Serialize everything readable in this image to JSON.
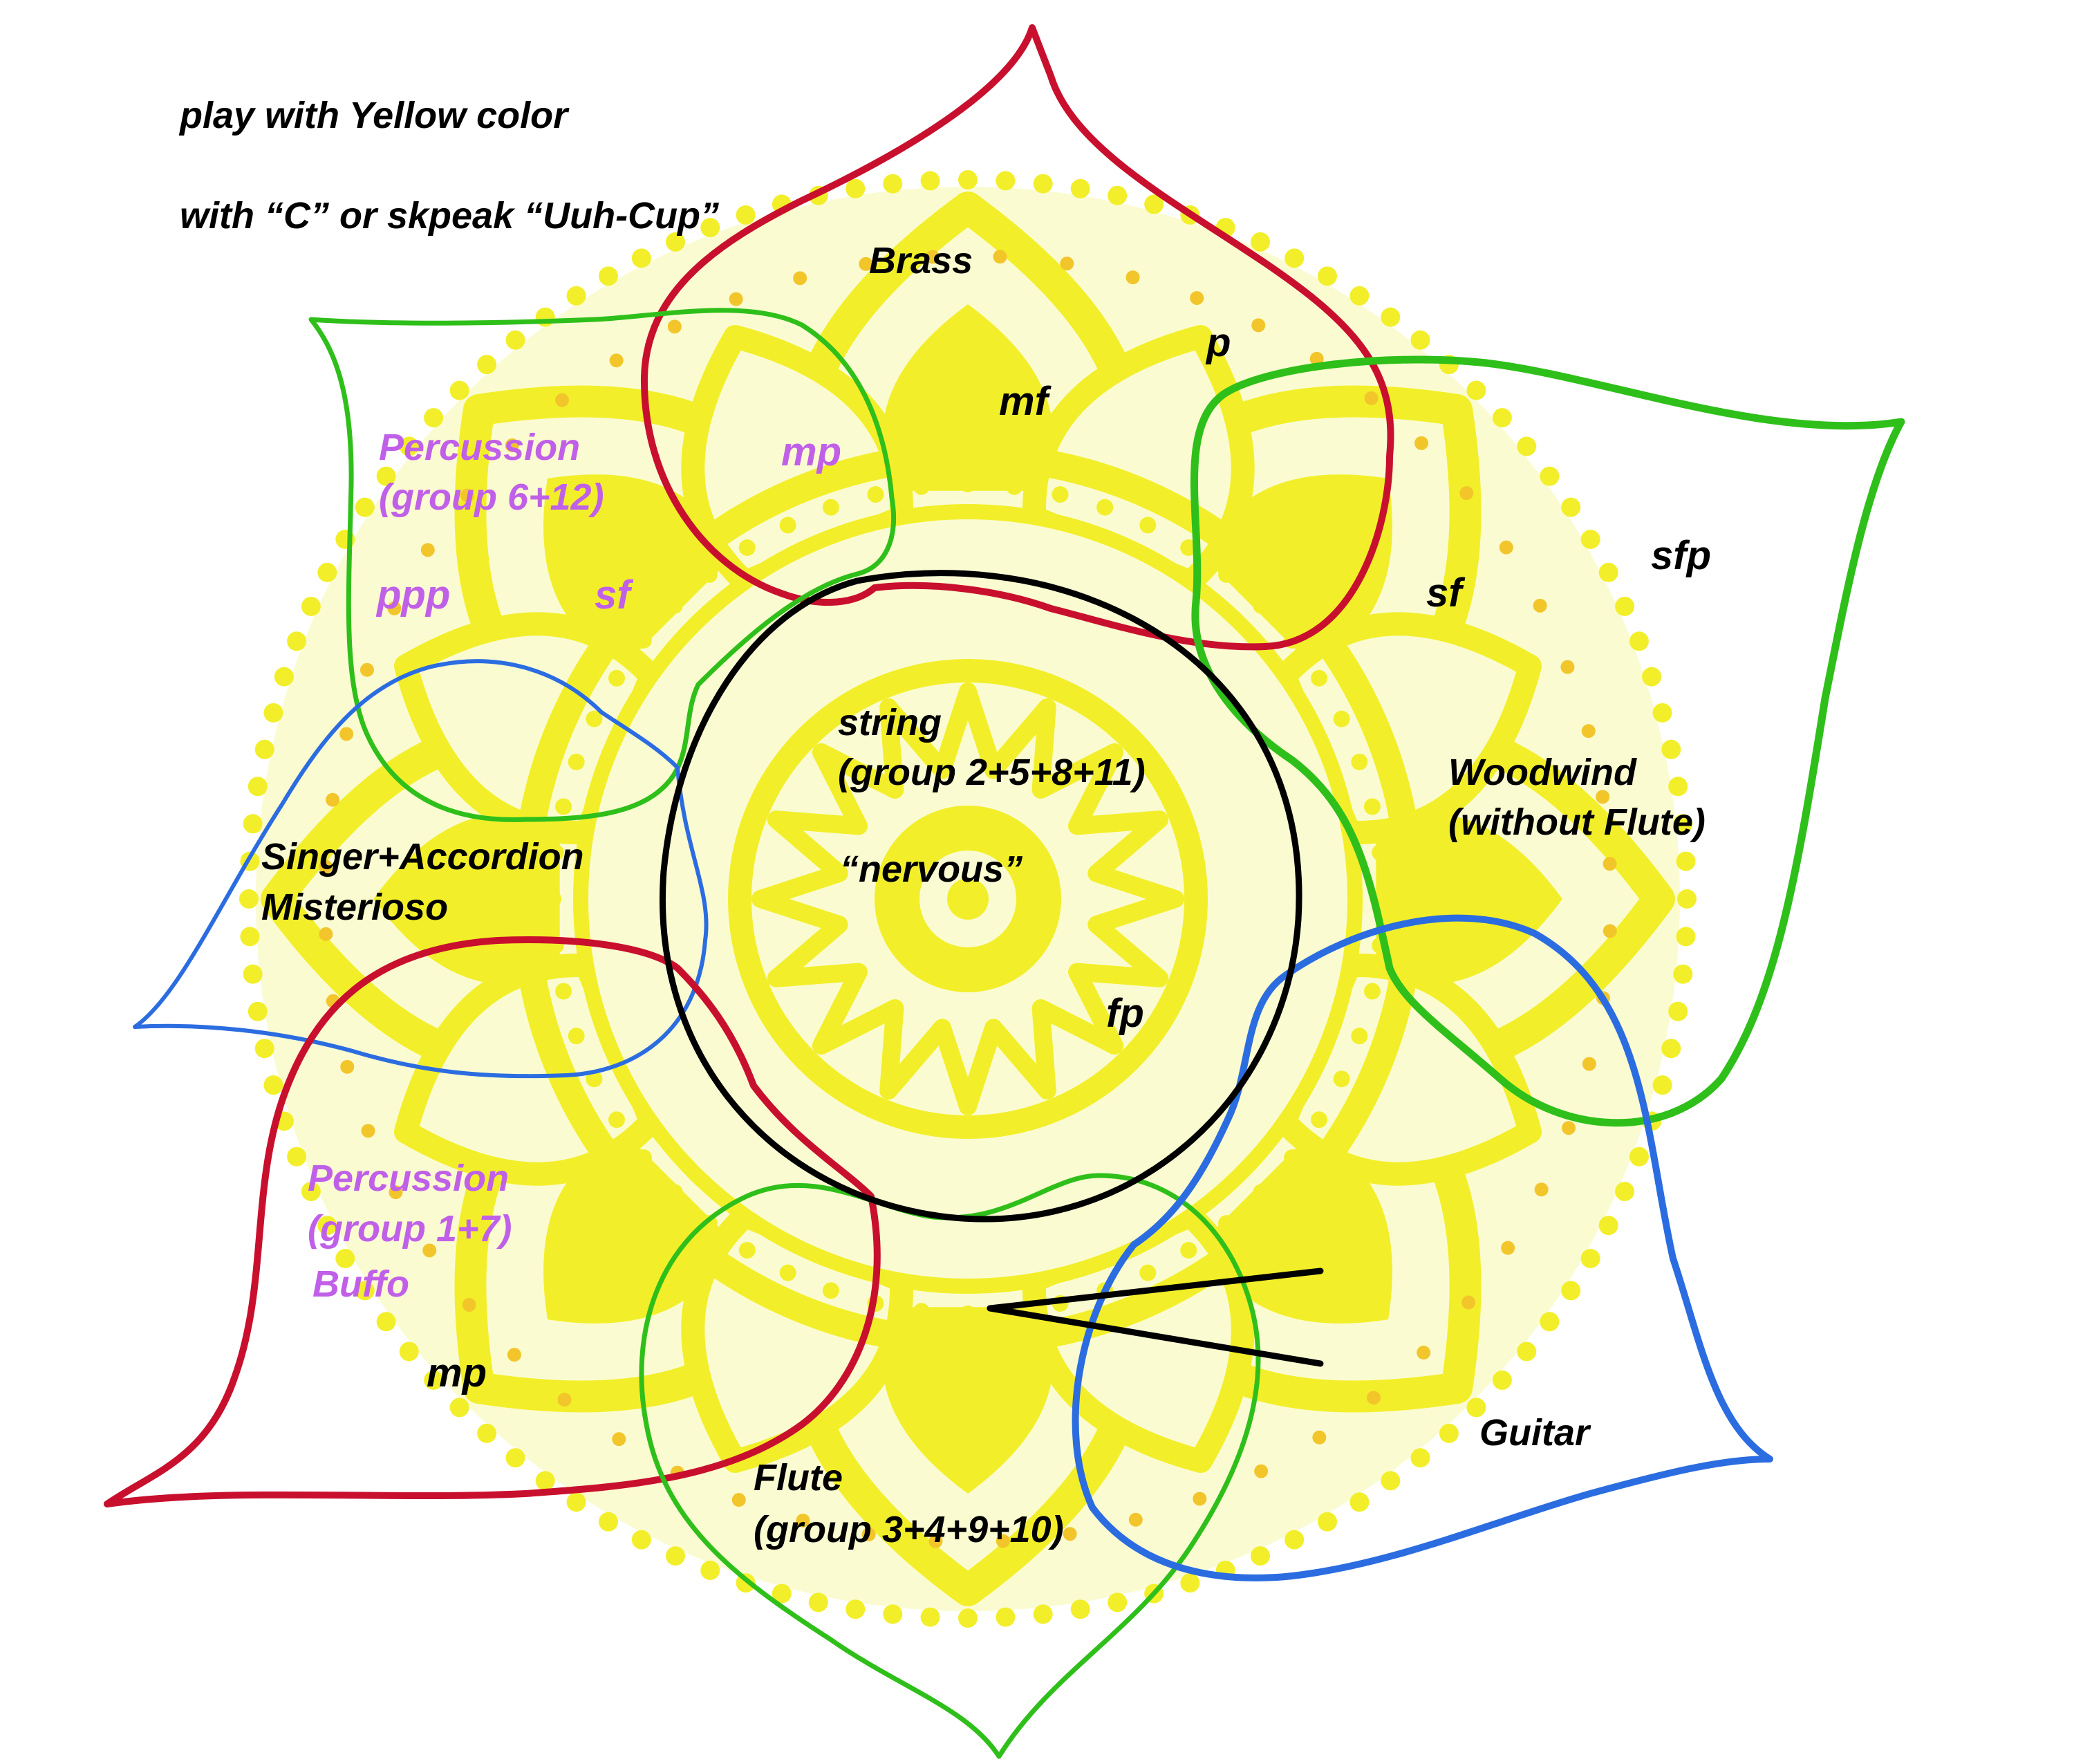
{
  "instructions": {
    "line1": "play with Yellow color",
    "line2": "with “C” or skpeak “Uuh-Cup”"
  },
  "colors": {
    "mandala_yellow": "#f2ef2a",
    "mandala_light": "#f6f47a",
    "mandala_pale": "#fbfbd2",
    "dot_accent": "#f2c62a",
    "black": "#000000",
    "red_petal": "#c8102e",
    "green_petal": "#2fbf1a",
    "blue_petal": "#2b6de0",
    "purple_text": "#c060e8"
  },
  "sections": {
    "brass": {
      "name": "Brass",
      "dyn_a": "mf",
      "dyn_b": "p"
    },
    "percussion_top": {
      "name_1": "Percussion",
      "name_2": "(group 6+12)",
      "dyn_a": "mp",
      "dyn_b": "ppp",
      "dyn_c": "sf"
    },
    "woodwind": {
      "name_1": "Woodwind",
      "name_2": "(without Flute)",
      "dyn_a": "sfp",
      "dyn_b": "sf"
    },
    "string": {
      "name_1": "string",
      "name_2": "(group  2+5+8+11)",
      "character": "“nervous”",
      "dyn_a": "fp"
    },
    "singer": {
      "name_1": "Singer+Accordion",
      "name_2": "Misterioso"
    },
    "percussion_bottom": {
      "name_1": "Percussion",
      "name_2": "(group 1+7)",
      "character": "Buffo",
      "dyn_a": "mp"
    },
    "flute": {
      "name_1": "Flute",
      "name_2": "(group 3+4+9+10)"
    },
    "guitar": {
      "name": "Guitar"
    }
  }
}
